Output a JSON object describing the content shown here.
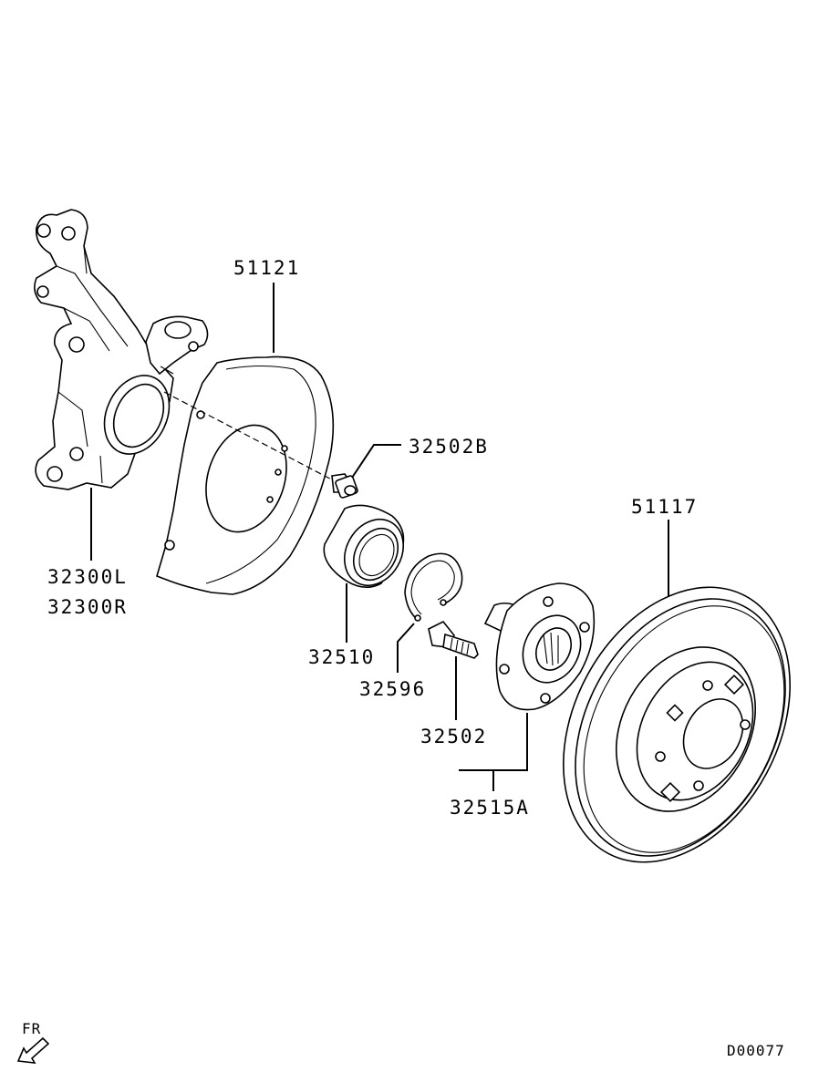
{
  "parts": {
    "knuckle_l": "32300L",
    "knuckle_r": "32300R",
    "dust_shield": "51121",
    "bolt_b": "32502B",
    "bearing": "32510",
    "snap_ring": "32596",
    "hub_bolt": "32502",
    "hub_assy": "32515A",
    "brake_disc": "51117"
  },
  "footer": {
    "direction_label": "FR",
    "diagram_code": "D00077"
  },
  "icons": {
    "direction": "front-direction-arrow-icon"
  }
}
